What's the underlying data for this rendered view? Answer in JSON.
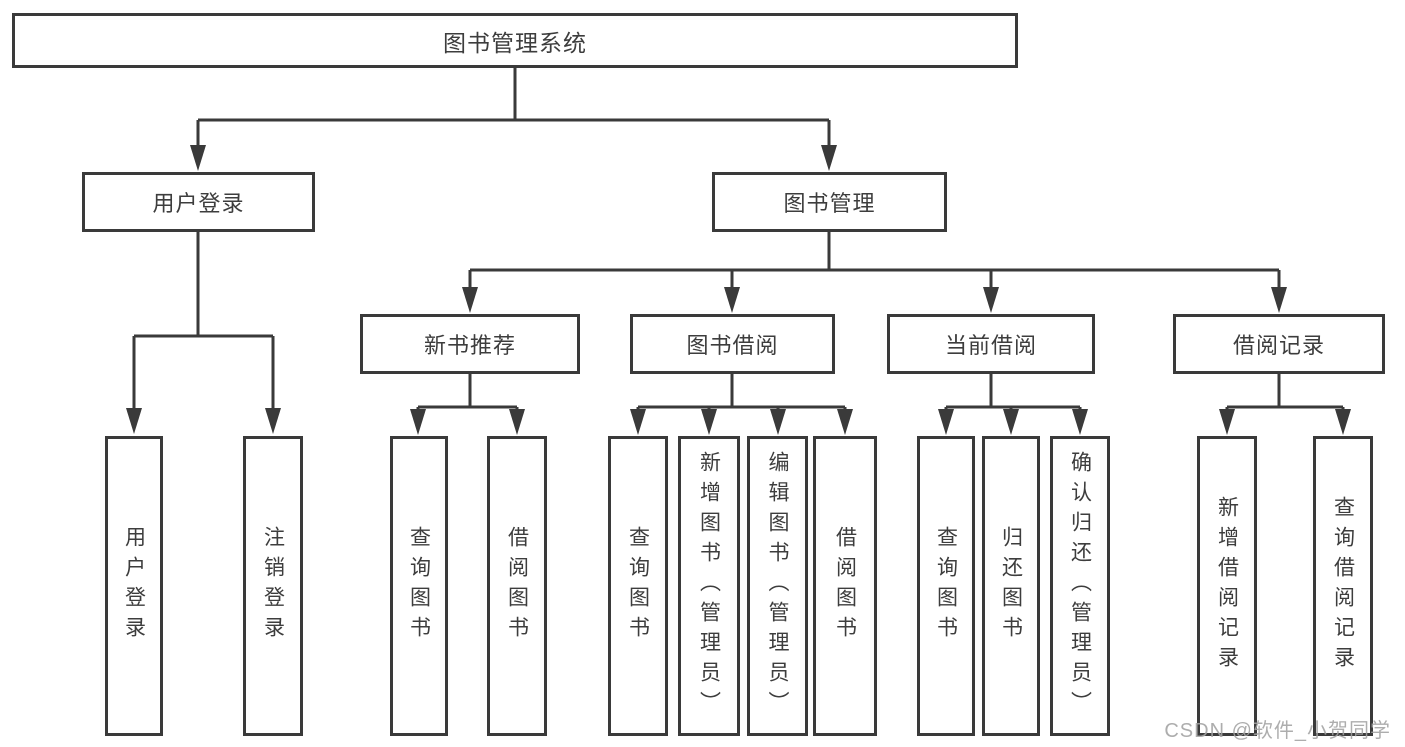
{
  "diagram": {
    "type": "hierarchy-tree",
    "tree": {
      "root": {
        "label": "图书管理系统",
        "children": [
          {
            "label": "用户登录",
            "children": [
              {
                "label": "用户登录"
              },
              {
                "label": "注销登录"
              }
            ]
          },
          {
            "label": "图书管理",
            "children": [
              {
                "label": "新书推荐",
                "children": [
                  {
                    "label": "查询图书"
                  },
                  {
                    "label": "借阅图书"
                  }
                ]
              },
              {
                "label": "图书借阅",
                "children": [
                  {
                    "label": "查询图书"
                  },
                  {
                    "label": "新增图书（管理员）"
                  },
                  {
                    "label": "编辑图书（管理员）"
                  },
                  {
                    "label": "借阅图书"
                  }
                ]
              },
              {
                "label": "当前借阅",
                "children": [
                  {
                    "label": "查询图书"
                  },
                  {
                    "label": "归还图书"
                  },
                  {
                    "label": "确认归还（管理员）"
                  }
                ]
              },
              {
                "label": "借阅记录",
                "children": [
                  {
                    "label": "新增借阅记录"
                  },
                  {
                    "label": "查询借阅记录"
                  }
                ]
              }
            ]
          }
        ]
      }
    },
    "colors": {
      "line": "#3a3a3a",
      "box_border": "#3a3a3a",
      "text": "#3d3d3d",
      "background": "#ffffff",
      "watermark": "#a2a2a2"
    }
  },
  "watermark": {
    "text": "CSDN @软件_小贺同学"
  }
}
